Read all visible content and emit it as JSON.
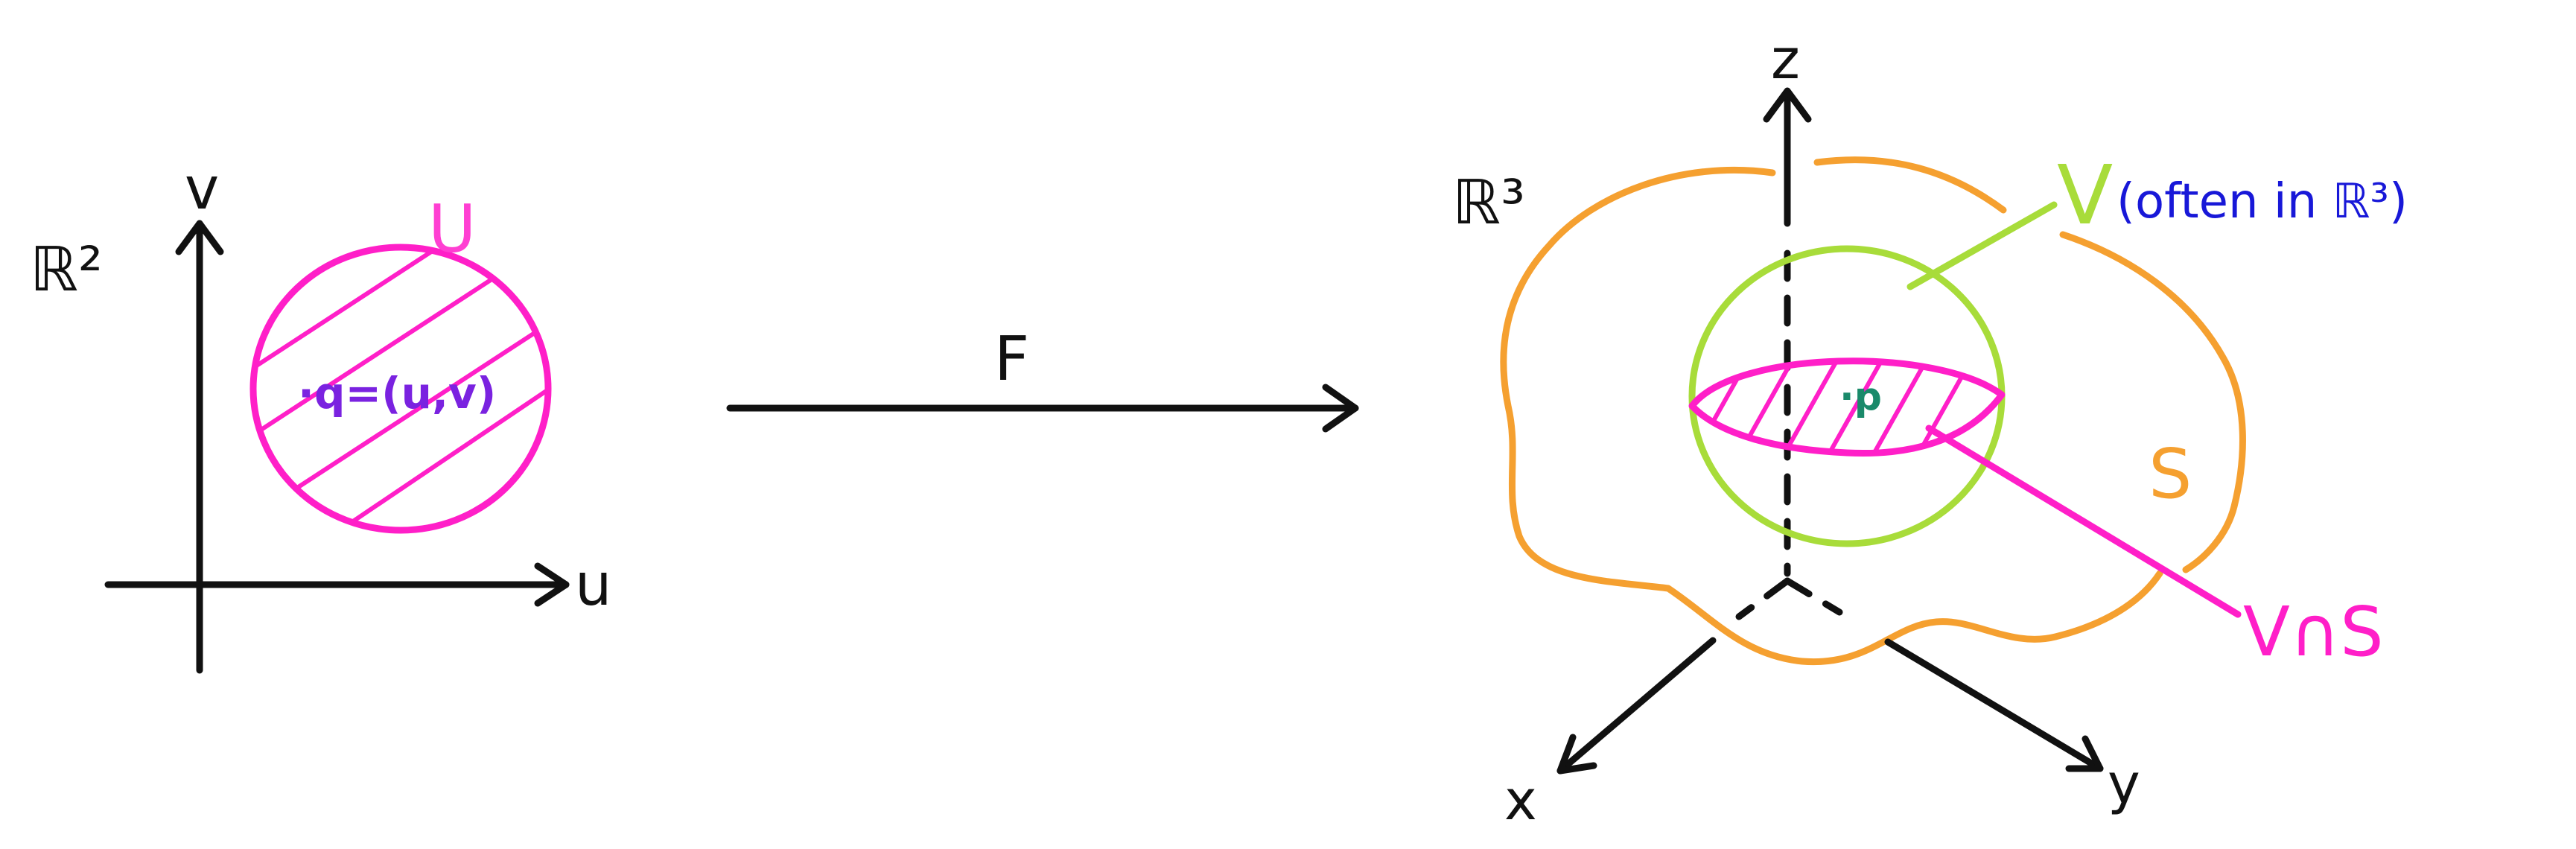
{
  "left_panel": {
    "space_label": "ℝ²",
    "axis_v_label": "v",
    "axis_u_label": "u",
    "region_label": "U",
    "point_label": "·q=(u,v)"
  },
  "map": {
    "label": "F"
  },
  "right_panel": {
    "space_label": "ℝ³",
    "axis_z_label": "z",
    "axis_x_label": "x",
    "axis_y_label": "y",
    "surface_label": "S",
    "ball_label": "V",
    "ball_note": "(often in ℝ³)",
    "point_label": "·p",
    "intersection_label": "V∩S"
  },
  "colors": {
    "ink": "#111111",
    "magenta": "#ff1fc8",
    "orange": "#f5a030",
    "green": "#a8dc3a",
    "blue": "#1818d8",
    "violet": "#7a22e0",
    "teal": "#1a8a6a"
  }
}
